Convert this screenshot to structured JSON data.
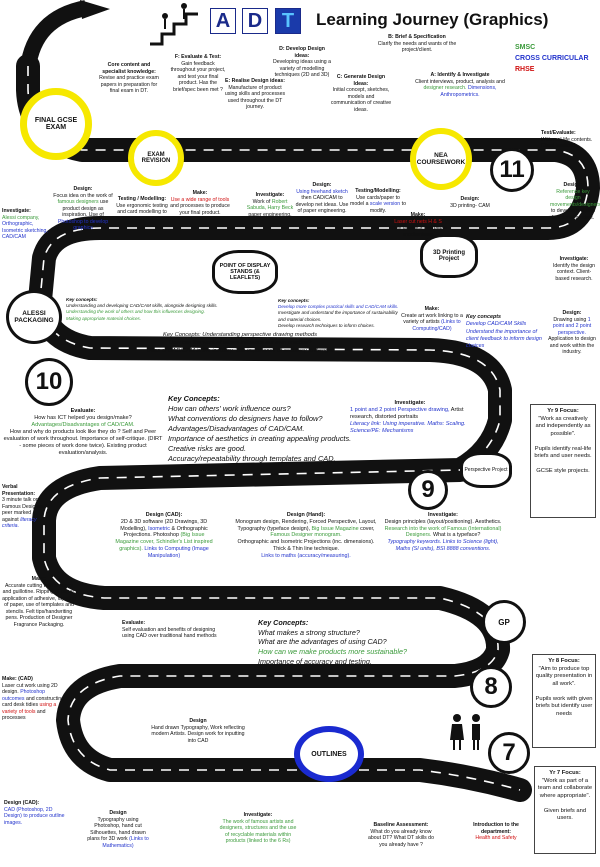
{
  "header": {
    "title": "Learning Journey (Graphics)",
    "logo_letters": [
      "A",
      "D",
      "T"
    ],
    "legend": {
      "smsc": "SMSC",
      "cross_curricular": "CROSS CURRICULAR",
      "rhse": "RHSE"
    }
  },
  "colors": {
    "smsc": "#3a9a3a",
    "cross_curricular": "#2233cc",
    "rhse": "#d01010",
    "road": "#111111",
    "final_ring": "#f6e800",
    "outlines_ring": "#1a2ad0"
  },
  "milestones": {
    "final": "FINAL GCSE EXAM",
    "revision": "EXAM REVISION",
    "nea": "NEA COURSEWORK",
    "pos": "POINT OF DISPLAY STANDS (& LEAFLETS)",
    "alessi": "ALESSI PACKAGING",
    "printing": "3D Printing Project",
    "perspective": "Perspective Project",
    "gp": "GP",
    "outlines": "OUTLINES"
  },
  "years": [
    "11",
    "10",
    "9",
    "8",
    "7"
  ],
  "top": {
    "core_heading": "Core content and specialist knowledge:",
    "core_text": "Revise and practice exam papers in preparation for final exam in DT.",
    "f_heading": "F: Evaluate & Test:",
    "f_text": "Gain feedback throughout your project, and test your final product. Has the brief/spec been met ?",
    "e_heading": "E: Realise Design ideas:",
    "e_text": "Manufacture of product using skills and processes used throughout the DT journey.",
    "d_heading": "D: Develop Design ideas:",
    "d_text": "Developing ideas using a variety of modelling techniques (2D and 3D)",
    "c_heading": "C: Generate Design Ideas:",
    "c_text": "Initial concept, sketches, models and communication of creative ideas.",
    "b_heading": "B: Brief & Specification",
    "b_text": "Clarify the needs and wants of the project/client.",
    "a_heading": "A: Identify & Investigate",
    "a_text": "Client interviews, product, analysis and",
    "a_green": "designer research.",
    "a_blue": "Dimensions, Anthropometrics."
  },
  "y11_right": {
    "test_heading": "Test/Evaluate:",
    "test_text": "With real-life contents. Client feedback,",
    "design_heading": "Design:",
    "design_green": "Reference key design movements/designers",
    "design_text": "to develop a stylish functional product.",
    "invest_heading": "Investigate:",
    "invest_text": "Identify the design context. Client-based research.",
    "draw_heading": "Design:",
    "draw_text": "Drawing using",
    "draw_blue": "1 point and 2 point perspective.",
    "draw_text2": "Application to design and work within the industry."
  },
  "y10_row1": {
    "design_heading": "Design:",
    "design_text": "Focus idea on the work of",
    "design_green": "famous designers",
    "design_text2": "use product design as inspiration. Use of",
    "design_blue": "Photoshop to develop graphics",
    "invest_heading": "Investigate:",
    "invest_green": "Alessi company,",
    "invest_blue": "Orthographic, Isometric sketching, CAD/CAM",
    "tm_heading": "Testing / Modelling:",
    "tm_text": "Use ergonomic testing and card modelling to develop product",
    "make_heading": "Make:",
    "make_red": "Use a wide range of tools",
    "make_text": "and processes to produce your final product.",
    "inv2_heading": "Investigate:",
    "inv2_text": "Work of",
    "inv2_green": "Robert Sabuda, Harry Beck",
    "inv2_text2": "paper engineering,",
    "des2_heading": "Design:",
    "des2_blue": "Using freehand sketch",
    "des2_text": "then CAD/CAM to develop net ideas. Use of paper engineering.",
    "tm2_heading": "Testing/Modelling:",
    "tm2_text": "Use cards/paper to model a",
    "tm2_blue": "scale version",
    "tm2_text2": "to modify.",
    "make2_heading": "Make:",
    "make2_red": "Laser cut nets H & S",
    "make2_text": "apply graphics and paper mechanisms",
    "design3_heading": "Design:",
    "design3_text": "3D printing- CAM",
    "make3_heading": "Make:",
    "make3_text": "Create art work linking to a variety of artists",
    "make3_blue": "(Links to Computing/CAD)"
  },
  "kc_small_a": {
    "heading": "Key concepts:",
    "l1": "Understanding and developing CAD/CAM skills, alongside designing skills.",
    "l2": "Understanding the work of others and how this influences designing.",
    "l3": "Making appropriate material choices."
  },
  "kc_small_b": {
    "heading": "Key concepts:",
    "l1": "Develop more complex practical skills and CAD/CAM skills.",
    "l2": "Investigate and understand the importance of sustainability and material choices.",
    "l3": "Develop research techniques to inform choices."
  },
  "kc_small_c": {
    "heading": "Key concepts",
    "l1": "Develop CAD/CAM Skills",
    "l2": "Understand the importance of client feedback to inform design choices"
  },
  "kc_y10": {
    "heading": "Key Concepts:",
    "l1": "Understanding perspective drawing methods",
    "l2": "How can the work of others influence our own practice?",
    "l3": "Uses of CAD/CAM in the industry. The importance of accuracy in design."
  },
  "y9": {
    "kc_heading": "Key Concepts:",
    "kc1": "How can others' work influence ours?",
    "kc2": "What conventions do designers have to follow?",
    "kc3": "Advantages/Disadvantages of CAD/CAM.",
    "kc4": "Importance of aesthetics in creating appealing products.",
    "kc5": "Creative risks are good.",
    "kc6": "Accuracy/repeatability through templates and CAD.",
    "eval_heading": "Evaluate:",
    "eval_text": "How has ICT helped you design/make?",
    "eval_green": "Advantages/Disadvantages of CAD/CAM.",
    "eval_text2": "How and why do products look like they do ? Self and Peer evaluation of work throughout. Importance of self-critique. (DIRT - some pieces of work done twice). Existing product evaluation/analysis.",
    "invest_heading": "Investigate:",
    "invest_blue": "1 point and 2 point Perspective drawing,",
    "invest_text": "Artist research, distorted portraits",
    "invest_blue2": "Literacy link: Using imperative. Maths: Scaling. Science/PE: Mechanisms",
    "verbal_heading": "Verbal Presentation:",
    "verbal_text": "3 minute talk on Famous Designer, peer marked against",
    "verbal_blue": "literacy criteria.",
    "cad_heading": "Design (CAD):",
    "cad_text": "2D & 3D software (2D Drawings, 3D Modelling),",
    "cad_blue": "Isometric",
    "cad_text2": "& Orthographic Projections. Photoshop",
    "cad_green": "(Big Issue Magazine cover, Schindler's List inspired graphics).",
    "cad_blue2": "Links to Computing (Image Manipulation)",
    "hand_heading": "Design (Hand):",
    "hand_text": "Monogram design, Rendering, Forced Perspective, Layout, Typography (typeface design),",
    "hand_green": "Big Issue Magazine",
    "hand_text2": "cover,",
    "hand_green2": "Famous Designer monogram.",
    "hand_text3": "Orthographic and Isometric Projections (inc. dimensions). Thick & Thin line technique.",
    "hand_blue": "Links to maths (accuracy/measuring).",
    "inv2_heading": "Investigate:",
    "inv2_text": "Design principles (layout/positioning). Aesthetics.",
    "inv2_green": "Research into the work of Famous (International) Designers.",
    "inv2_text2": "What is a typeface?",
    "inv2_blue": "Typography keywords. Links to Science (light), Maths (SI units), BSI 8888 conventions.",
    "make_heading": "Make:",
    "make_text": "Accurate cutting with scissors and guillotine. Ripping of paper, application of adhesive, layering of paper, use of templates and stencils. Felt tips/handwriting pens. Production of Designer Fragrance Packaging."
  },
  "y8": {
    "eval_heading": "Evaluate:",
    "eval_text": "Self evaluation and benefits of designing using CAD over traditional hand methods",
    "kc_heading": "Key Concepts:",
    "kc1": "What makes a strong structure?",
    "kc2": "What are the advantages of using CAD?",
    "kc3": "How can we make products more sustainable?",
    "kc4": "Importance of accuracy and testing.",
    "make_heading": "Make: (CAD)",
    "make_text": "Laser cut work using 2D design.",
    "make_blue": "Photoshop outcomes",
    "make_text2": "and constructing card desk tidies",
    "make_red": "using a variety of tools",
    "make_text3": "and processes"
  },
  "y7": {
    "design_heading": "Design",
    "design_text": "Hand drawn Typography, Work reflecting modern Artists. Design work for inputting into CAD",
    "cad_heading": "Design (CAD):",
    "cad_blue": "CAD (Photoshop, 2D Design) to produce outline images.",
    "design2_heading": "Design",
    "design2_text": "Typography using Photoshop, hand cut Silhouettes, hand drawn plans for 3D work",
    "design2_blue": "(Links to Mathematics)",
    "invest_heading": "Investigate:",
    "invest_green": "The work of famous artists and designers, structures and the use of recyclable materials within products (linked to the 6 Rs)",
    "baseline_heading": "Baseline Assessment:",
    "baseline_text": "What do you already know about DT? What DT skills do you already have ?",
    "intro_heading": "Introduction to the department:",
    "intro_red": "Health and Safety"
  },
  "focus": [
    {
      "heading": "Yr 9 Focus:",
      "quote": "\"Work as creatively and independently as possible\".",
      "text": "Pupils identify real-life briefs and user needs.",
      "text2": "GCSE style projects."
    },
    {
      "heading": "Yr 8 Focus:",
      "quote": "\"Aim to produce top quality presentation in all work\".",
      "text": "Pupils work with given briefs but identify user needs",
      "text2": ""
    },
    {
      "heading": "Yr 7 Focus:",
      "quote": "\"Work as part of a team and collaborate where appropriate\".",
      "text": "Given briefs and users.",
      "text2": ""
    }
  ]
}
